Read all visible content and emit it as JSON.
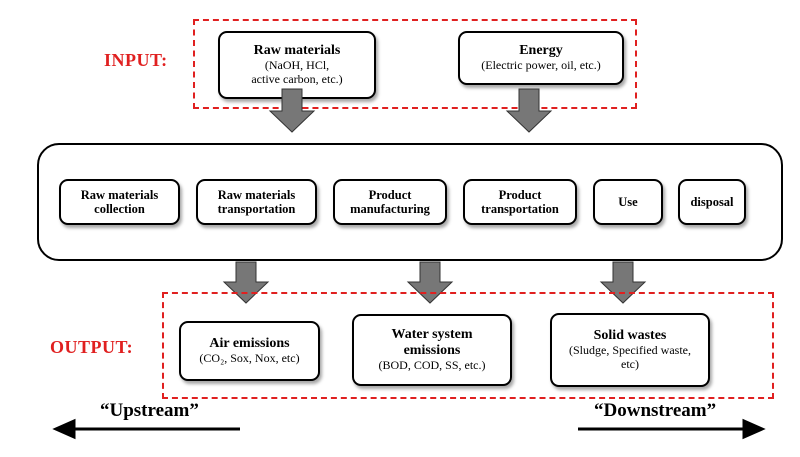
{
  "input": {
    "label": "INPUT:",
    "raw_materials": {
      "title": "Raw materials",
      "detail_1": "(NaOH, HCl,",
      "detail_2": "active carbon,  etc.)"
    },
    "energy": {
      "title": "Energy",
      "detail": "(Electric power,  oil, etc.)"
    }
  },
  "stages": [
    {
      "line1": "Raw materials",
      "line2": "collection"
    },
    {
      "line1": "Raw materials",
      "line2": "transportation"
    },
    {
      "line1": "Product",
      "line2": "manufacturing"
    },
    {
      "line1": "Product",
      "line2": "transportation"
    },
    {
      "line1": "Use",
      "line2": ""
    },
    {
      "line1": "disposal",
      "line2": ""
    }
  ],
  "output": {
    "label": "OUTPUT:",
    "air": {
      "title": "Air emissions",
      "detail": "(CO₂, Sox, Nox, etc)"
    },
    "water": {
      "title_1": "Water system",
      "title_2": "emissions",
      "detail": "(BOD, COD, SS,  etc.)"
    },
    "solid": {
      "title": "Solid wastes",
      "detail_1": "(Sludge, Specified waste,",
      "detail_2": "etc)"
    }
  },
  "upstream": "“Upstream”",
  "downstream": "“Downstream”",
  "colors": {
    "dash": "#e02020",
    "arrow_fill": "#777777"
  }
}
